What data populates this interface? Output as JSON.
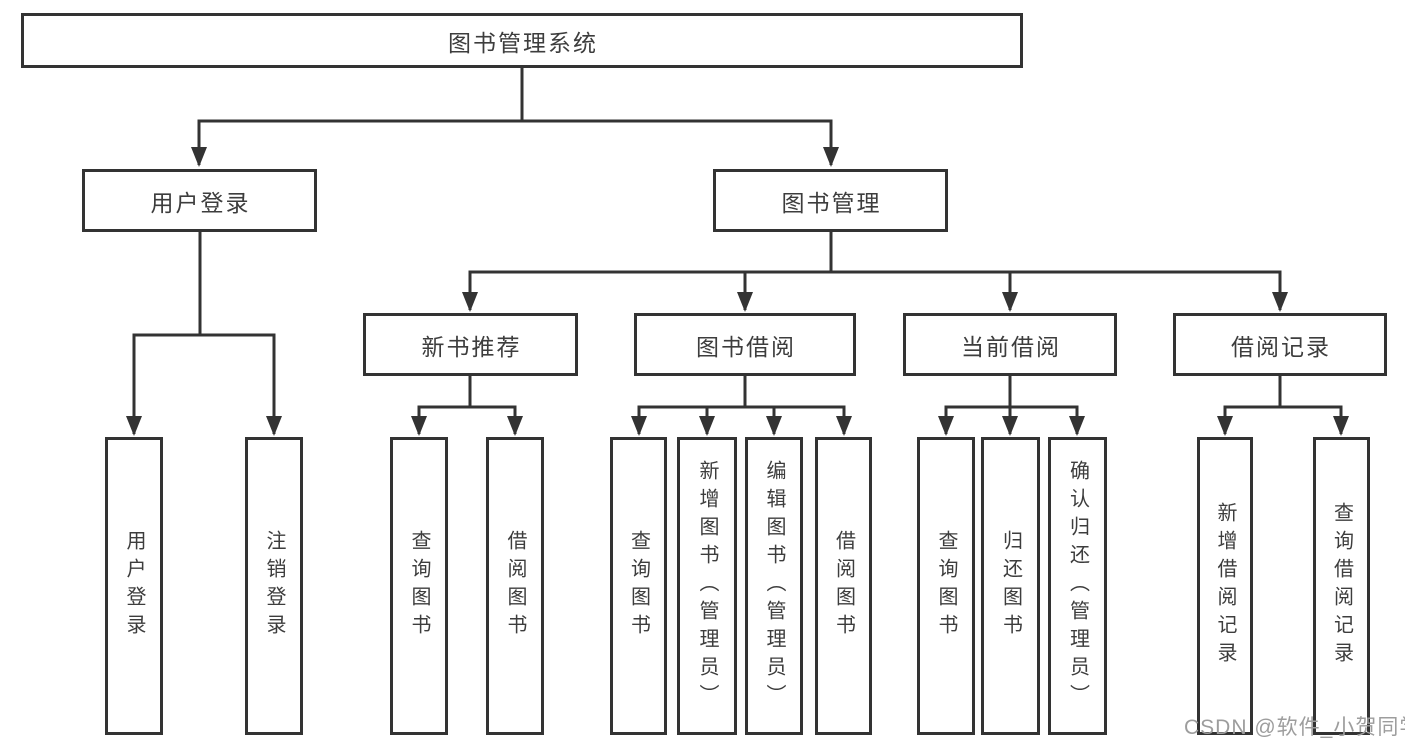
{
  "tree": {
    "label": "图书管理系统",
    "children": [
      {
        "label": "用户登录",
        "children": [
          {
            "label": "用户登录"
          },
          {
            "label": "注销登录"
          }
        ]
      },
      {
        "label": "图书管理",
        "children": [
          {
            "label": "新书推荐",
            "children": [
              {
                "label": "查询图书"
              },
              {
                "label": "借阅图书"
              }
            ]
          },
          {
            "label": "图书借阅",
            "children": [
              {
                "label": "查询图书"
              },
              {
                "label": "新增图书（管理员）"
              },
              {
                "label": "编辑图书（管理员）"
              },
              {
                "label": "借阅图书"
              }
            ]
          },
          {
            "label": "当前借阅",
            "children": [
              {
                "label": "查询图书"
              },
              {
                "label": "归还图书"
              },
              {
                "label": "确认归还（管理员）"
              }
            ]
          },
          {
            "label": "借阅记录",
            "children": [
              {
                "label": "新增借阅记录"
              },
              {
                "label": "查询借阅记录"
              }
            ]
          }
        ]
      }
    ]
  },
  "watermark": {
    "text": "CSDN @软件_小贺同学"
  },
  "colors": {
    "line": "#333333",
    "box_border": "#333333",
    "text": "#3d3d3d",
    "watermark": "#9d9d9d",
    "background": "#ffffff"
  }
}
